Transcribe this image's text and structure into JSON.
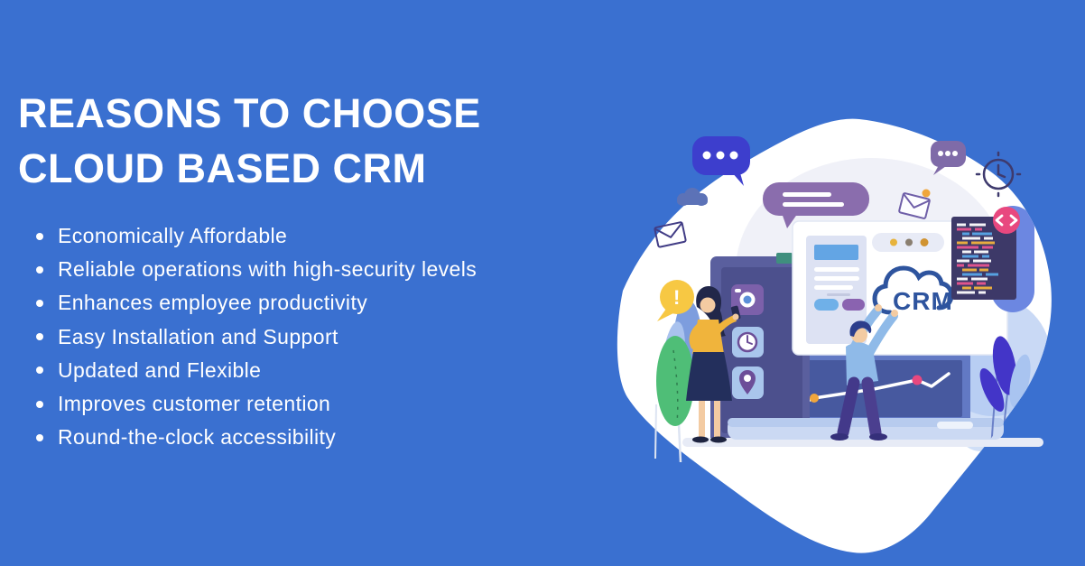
{
  "page": {
    "background": "#3A70D0"
  },
  "heading": {
    "line1": "REASONS TO CHOOSE",
    "line2": "CLOUD BASED CRM"
  },
  "bullets": [
    "Economically Affordable",
    "Reliable operations with high-security levels",
    "Enhances employee productivity",
    "Easy Installation and Support",
    "Updated and Flexible",
    "Improves customer retention",
    "Round-the-clock accessibility"
  ],
  "illustration": {
    "crm_label": "CRM",
    "alert_label": "!",
    "icons": [
      "chat-dots-bubble-icon",
      "message-bubble-icon",
      "mini-chat-bubble-icon",
      "clock-icon",
      "envelope-icon",
      "envelope-notification-icon",
      "alert-exclamation-bubble-icon",
      "code-panel-icon",
      "code-badge-icon",
      "camera-icon",
      "clock-tile-icon",
      "location-pin-icon",
      "crm-cloud-logo",
      "line-chart-icon",
      "laptop-icon",
      "browser-window-icon",
      "plant-icon"
    ],
    "colors": {
      "blob_white": "#FFFFFF",
      "chat_bubble_indigo": "#3D3ECD",
      "message_bubble_purple": "#8A6DAD",
      "mini_bubble_purple": "#7F6BA8",
      "code_panel_dark": "#3D3968",
      "code_badge_pink": "#E8487F",
      "alert_bubble_yellow": "#F7C843",
      "plant_green": "#4FBE77",
      "plant_indigo": "#4335C8",
      "tablet_panel": "#5A5F9E",
      "camera_tile_purple": "#7C60AA",
      "laptop_screen_blue": "#47599F",
      "chart_dot_orange": "#F0A63C",
      "chart_dot_pink": "#E8487F",
      "crm_logo_blue": "#2E549E",
      "woman_top_yellow": "#F0B43C",
      "man_sweater_blue": "#8FBAE8"
    }
  }
}
